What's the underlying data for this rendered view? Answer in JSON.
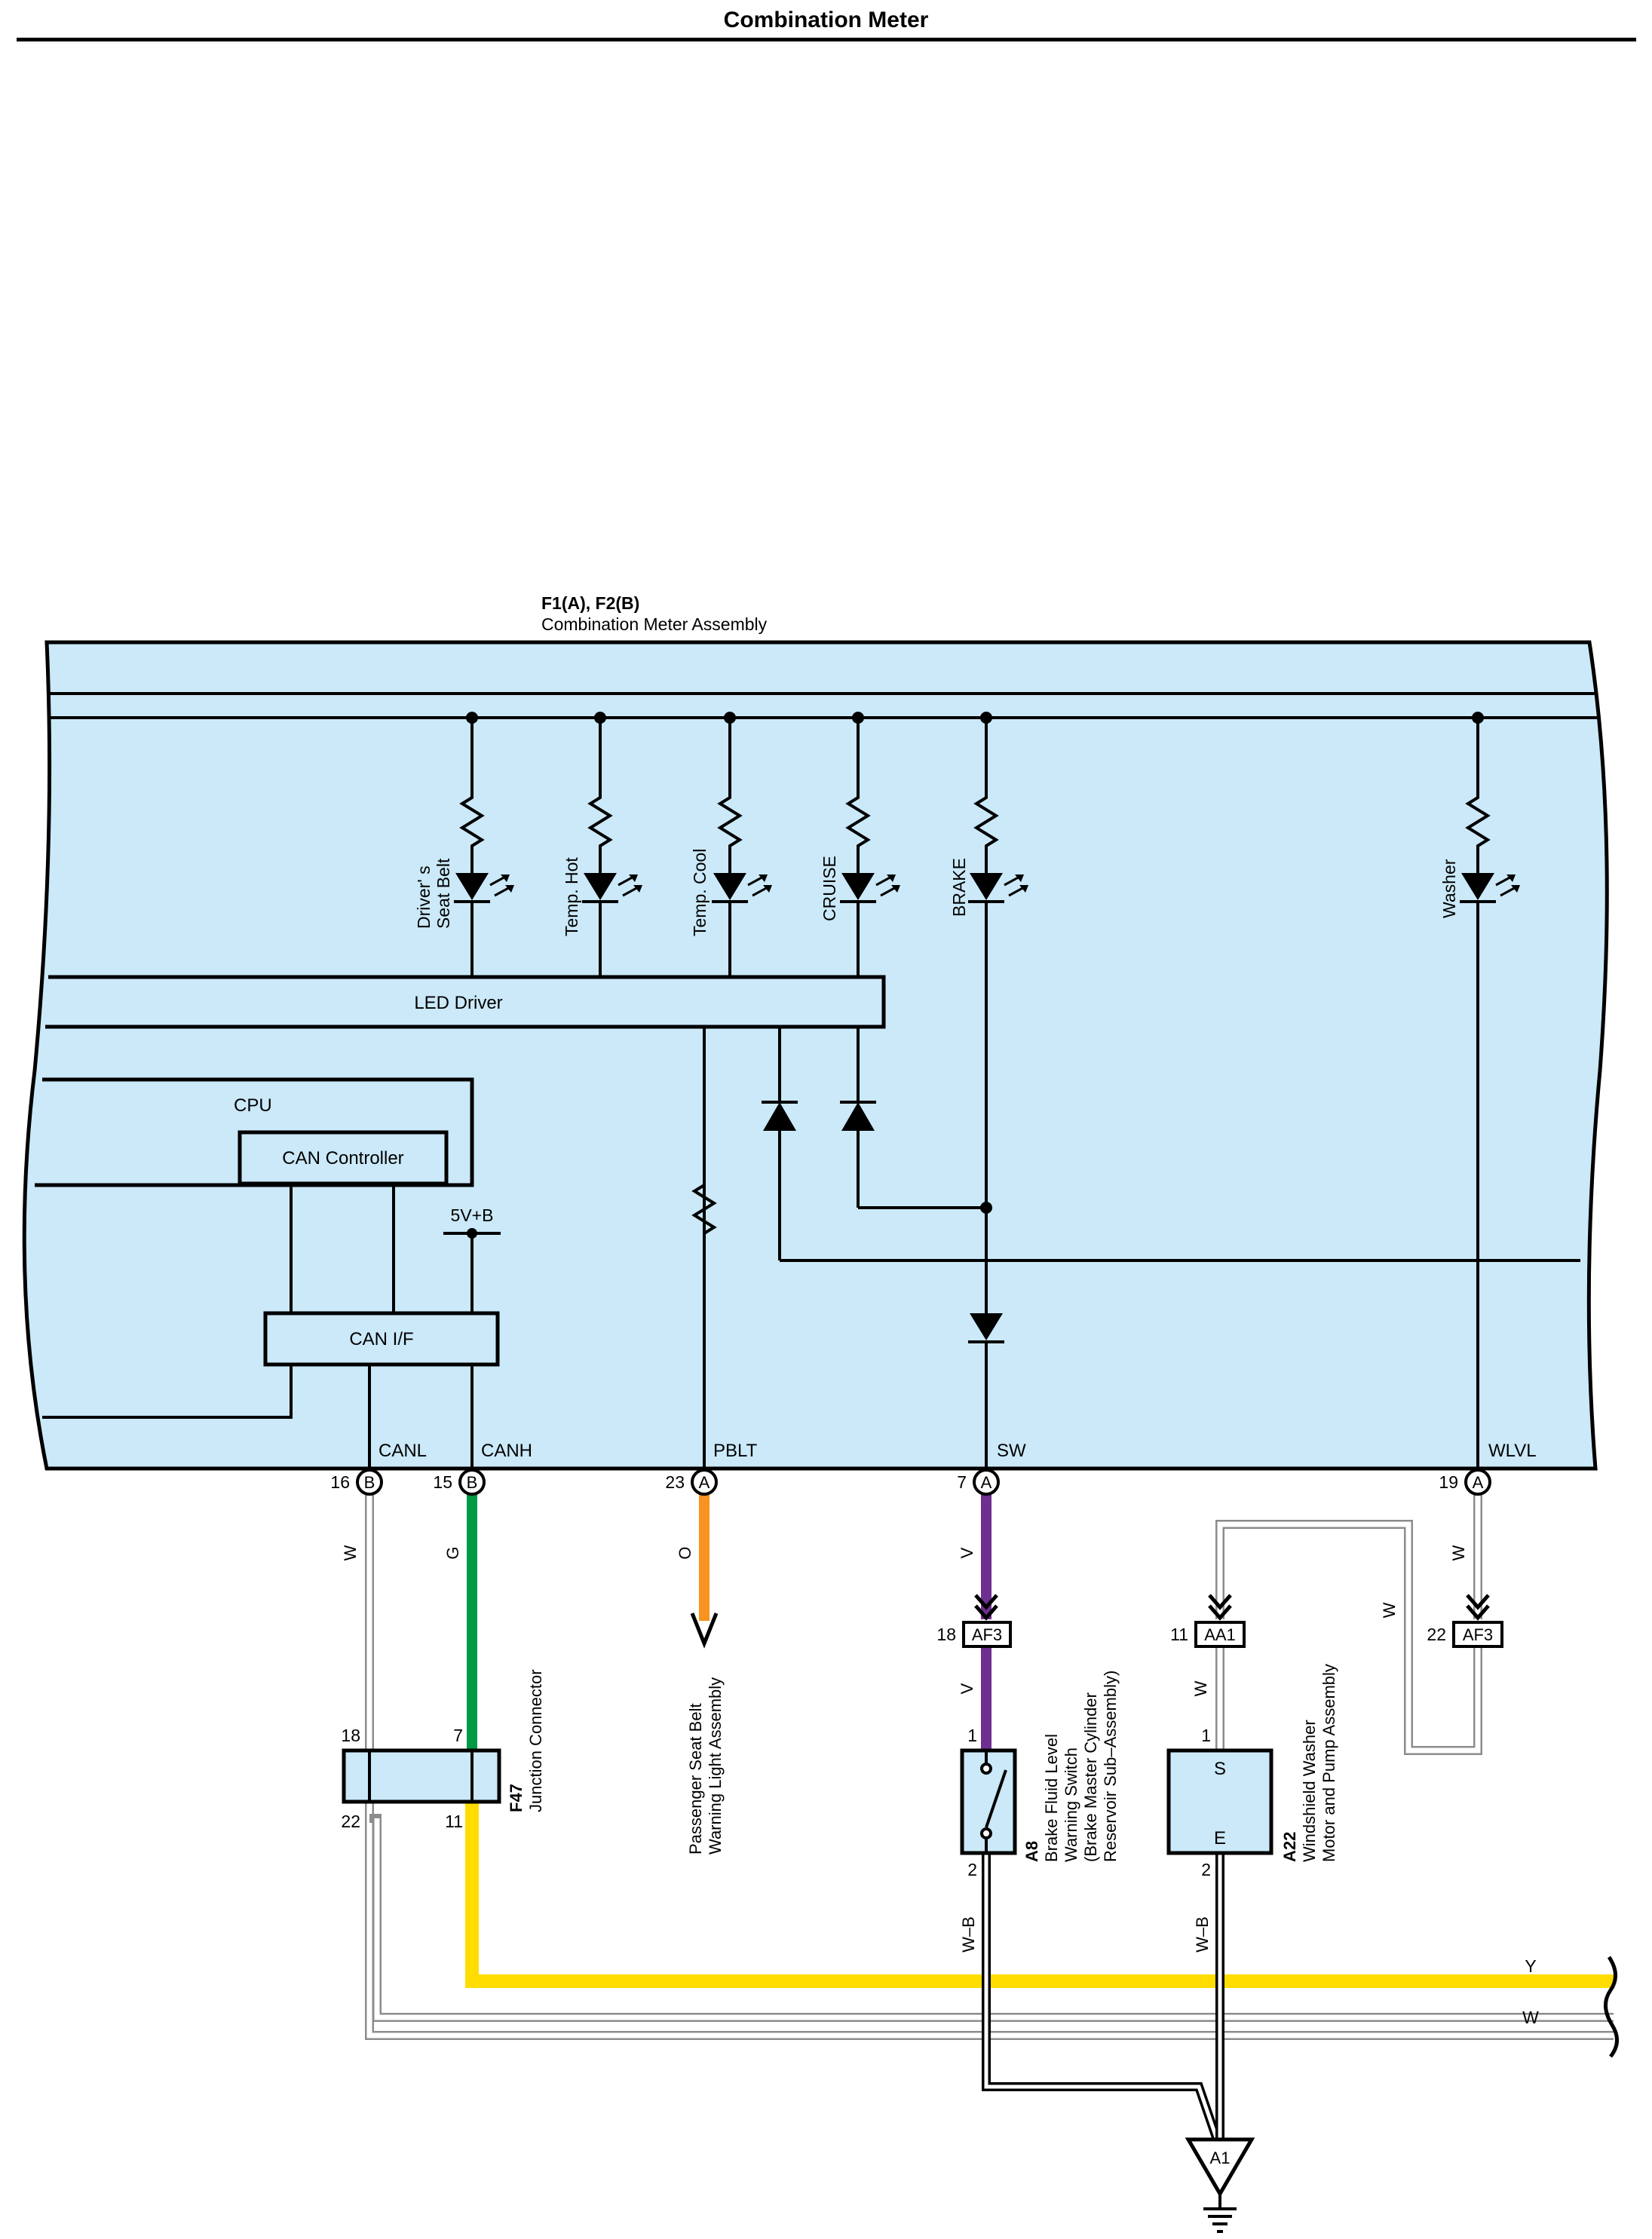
{
  "page": {
    "title": "Combination Meter"
  },
  "colors": {
    "panel_fill": "#cbe9f8",
    "wire_green": "#009a44",
    "wire_orange": "#f7931e",
    "wire_violet": "#6e2f91",
    "wire_yellow": "#ffdd00",
    "wire_white_outline": "#9a9a9a",
    "ink": "#000000"
  },
  "assembly": {
    "code": "F1(A), F2(B)",
    "name": "Combination Meter Assembly"
  },
  "indicators": {
    "seatbelt_line1": "Driver' s",
    "seatbelt_line2": "Seat Belt",
    "temp_hot": "Temp.  Hot",
    "temp_cool": "Temp.  Cool",
    "cruise": "CRUISE",
    "brake": "BRAKE",
    "washer": "Washer"
  },
  "blocks": {
    "led_driver": "LED Driver",
    "cpu": "CPU",
    "can_controller": "CAN Controller",
    "can_if": "CAN I/F",
    "supply": "5V+B"
  },
  "terminals": [
    {
      "signal": "CANL",
      "pin": "16",
      "connector": "B",
      "wire": "W"
    },
    {
      "signal": "CANH",
      "pin": "15",
      "connector": "B",
      "wire": "G"
    },
    {
      "signal": "PBLT",
      "pin": "23",
      "connector": "A",
      "wire": "O"
    },
    {
      "signal": "SW",
      "pin": "7",
      "connector": "A",
      "wire": "V"
    },
    {
      "signal": "WLVL",
      "pin": "19",
      "connector": "A",
      "wire": "W"
    }
  ],
  "connectors": [
    {
      "pin": "18",
      "code": "AF3"
    },
    {
      "pin": "11",
      "code": "AA1"
    },
    {
      "pin": "22",
      "code": "AF3"
    }
  ],
  "junction": {
    "code": "F47",
    "name": "Junction Connector",
    "pin_tl": "18",
    "pin_tr": "7",
    "pin_bl": "22",
    "pin_br": "11"
  },
  "passenger_seatbelt": {
    "line1": "Passenger Seat Belt",
    "line2": "Warning Light Assembly"
  },
  "brake_switch": {
    "code": "A8",
    "line1": "Brake Fluid Level",
    "line2": "Warning Switch",
    "line3": "(Brake Master Cylinder",
    "line4": "Reservoir Sub–Assembly)",
    "pin_top": "1",
    "pin_bottom": "2",
    "wire_top": "V",
    "wire_bottom": "W–B"
  },
  "washer_motor": {
    "code": "A22",
    "line1": "Windshield Washer",
    "line2": "Motor and Pump Assembly",
    "terminal_s": "S",
    "terminal_e": "E",
    "pin_top": "1",
    "pin_bottom": "2",
    "wire_top": "W",
    "wire_bottom": "W–B",
    "loop_wire": "W"
  },
  "bus": {
    "yellow_label": "Y",
    "white_label": "W"
  },
  "ground": {
    "code": "A1"
  }
}
